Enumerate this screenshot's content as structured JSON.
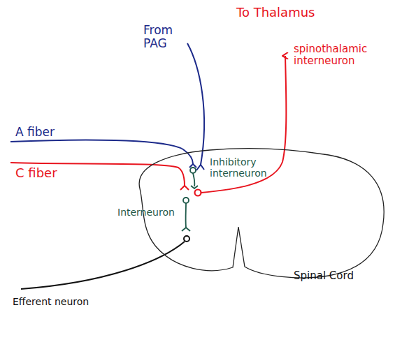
{
  "diagram": {
    "nodes": [
      {
        "text": [
          "Spinal Cord"
        ]
      }
    ],
    "labels": [
      "From PAG",
      "To Thalamus",
      "spinothalamic interneuron",
      "A fiber",
      "C fiber",
      "Inhibitory interneuron",
      "Interneuron",
      "Efferent neuron"
    ]
  }
}
